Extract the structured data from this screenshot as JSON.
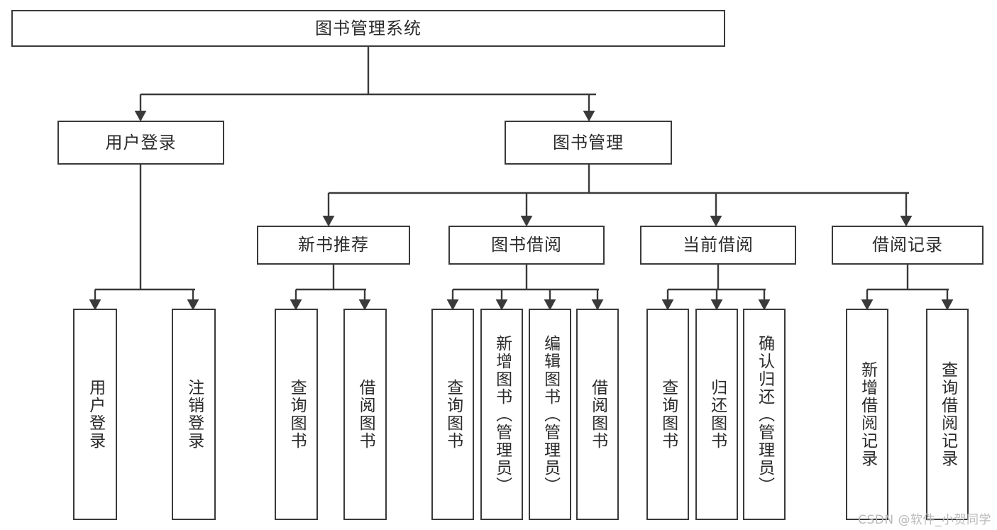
{
  "diagram": {
    "title": "图书管理系统",
    "type": "tree",
    "watermark": "CSDN @软件_小贺同学",
    "colors": {
      "border": "#3a3a3a",
      "background": "#ffffff",
      "text": "#2b2b2b",
      "watermark": "#b9b9b9"
    },
    "levels": {
      "root": {
        "label": "图书管理系统"
      },
      "level2": [
        {
          "id": "user-login",
          "label": "用户登录"
        },
        {
          "id": "book-management",
          "label": "图书管理"
        }
      ],
      "level3": [
        {
          "id": "new-book-recommend",
          "label": "新书推荐",
          "parent": "book-management"
        },
        {
          "id": "book-borrow",
          "label": "图书借阅",
          "parent": "book-management"
        },
        {
          "id": "current-borrow",
          "label": "当前借阅",
          "parent": "book-management"
        },
        {
          "id": "borrow-record",
          "label": "借阅记录",
          "parent": "book-management"
        }
      ],
      "leaves": [
        {
          "id": "leaf-user-login",
          "label": "用户登录",
          "parent": "user-login"
        },
        {
          "id": "leaf-logout-login",
          "label": "注销登录",
          "parent": "user-login"
        },
        {
          "id": "leaf-query-book-1",
          "label": "查询图书",
          "parent": "new-book-recommend"
        },
        {
          "id": "leaf-borrow-book-1",
          "label": "借阅图书",
          "parent": "new-book-recommend"
        },
        {
          "id": "leaf-query-book-2",
          "label": "查询图书",
          "parent": "book-borrow"
        },
        {
          "id": "leaf-add-book",
          "label": "新增图书（管理员）",
          "parent": "book-borrow"
        },
        {
          "id": "leaf-edit-book",
          "label": "编辑图书（管理员）",
          "parent": "book-borrow"
        },
        {
          "id": "leaf-borrow-book-2",
          "label": "借阅图书",
          "parent": "book-borrow"
        },
        {
          "id": "leaf-query-book-3",
          "label": "查询图书",
          "parent": "current-borrow"
        },
        {
          "id": "leaf-return-book",
          "label": "归还图书",
          "parent": "current-borrow"
        },
        {
          "id": "leaf-confirm-return",
          "label": "确认归还（管理员）",
          "parent": "current-borrow"
        },
        {
          "id": "leaf-add-record",
          "label": "新增借阅记录",
          "parent": "borrow-record"
        },
        {
          "id": "leaf-query-record",
          "label": "查询借阅记录",
          "parent": "borrow-record"
        }
      ]
    }
  }
}
